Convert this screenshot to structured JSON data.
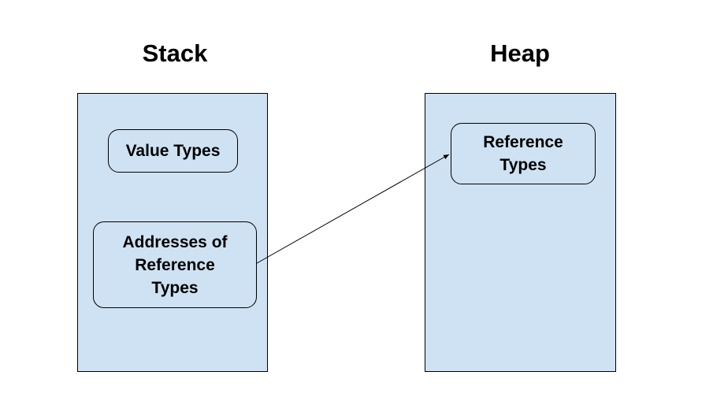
{
  "stack": {
    "title": "Stack",
    "value_types_label": "Value Types",
    "addresses_label": "Addresses of\nReference\nTypes"
  },
  "heap": {
    "title": "Heap",
    "reference_types_label": "Reference\nTypes"
  },
  "colors": {
    "region_fill": "#cfe2f3",
    "stroke": "#000000"
  }
}
